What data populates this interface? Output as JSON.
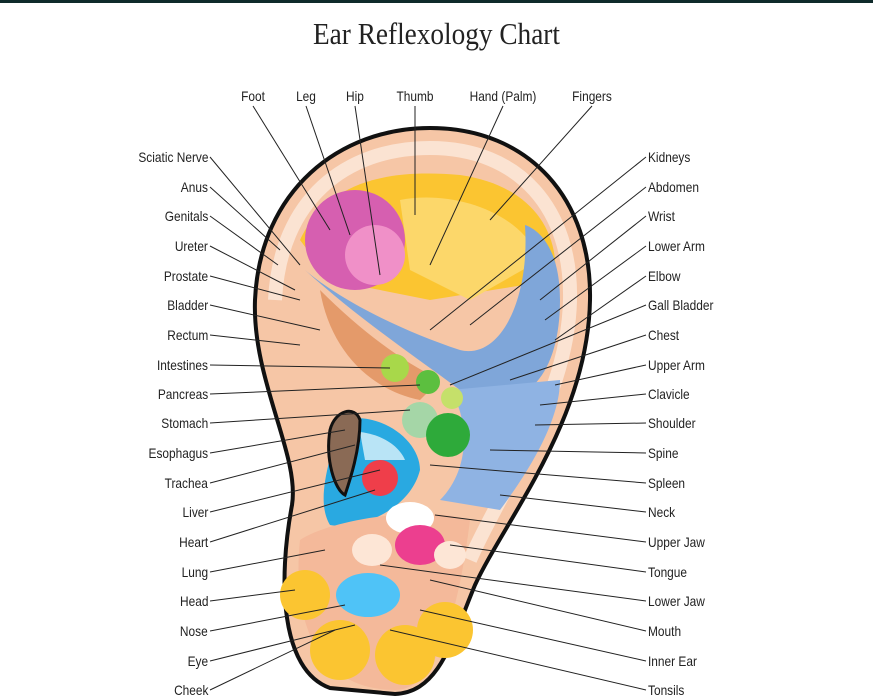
{
  "title": "Ear Reflexology Chart",
  "labels": {
    "top": [
      "Foot",
      "Leg",
      "Hip",
      "Thumb",
      "Hand (Palm)",
      "Fingers"
    ],
    "left": [
      "Sciatic Nerve",
      "Anus",
      "Genitals",
      "Ureter",
      "Prostate",
      "Bladder",
      "Rectum",
      "Intestines",
      "Pancreas",
      "Stomach",
      "Esophagus",
      "Trachea",
      "Liver",
      "Heart",
      "Lung",
      "Head",
      "Nose",
      "Eye",
      "Cheek"
    ],
    "right": [
      "Kidneys",
      "Abdomen",
      "Wrist",
      "Lower Arm",
      "Elbow",
      "Gall Bladder",
      "Chest",
      "Upper Arm",
      "Clavicle",
      "Shoulder",
      "Spine",
      "Spleen",
      "Neck",
      "Upper Jaw",
      "Tongue",
      "Lower Jaw",
      "Mouth",
      "Inner Ear",
      "Tonsils"
    ]
  },
  "colors": {
    "skin": "#f6c6a6",
    "yellow": "#fbc531",
    "blue": "#7fa6d9",
    "pink": "#d65fb0",
    "green": "#5cbf3f",
    "cyan": "#29a9e1",
    "red": "#ef3e4a",
    "brown": "#8a6a55"
  }
}
